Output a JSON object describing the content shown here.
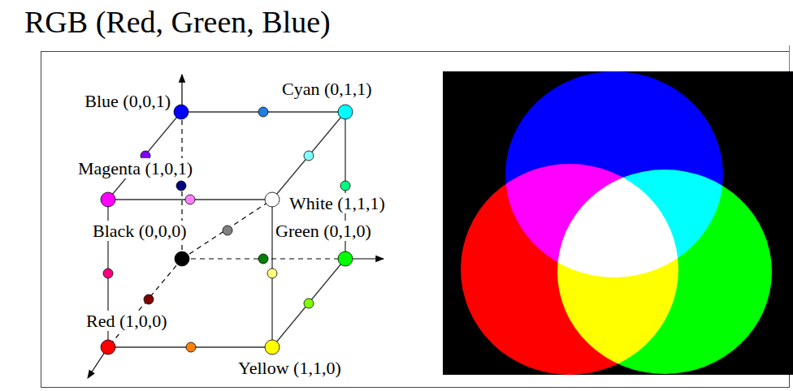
{
  "diagram": {
    "title": "RGB (Red, Green, Blue)",
    "labels": [
      "Blue (0,0,1)",
      "Cyan (0,1,1)",
      "Magenta (1,0,1)",
      "White (1,1,1)",
      "Black (0,0,0)",
      "Green (0,1,0)",
      "Red (1,0,0)",
      "Yellow (1,1,0)"
    ]
  }
}
